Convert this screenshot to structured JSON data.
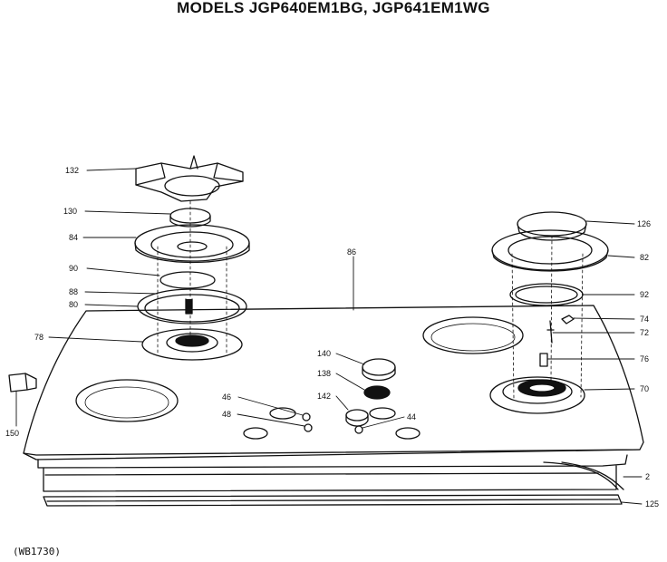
{
  "title": "MODELS JGP640EM1BG, JGP641EM1WG",
  "figure_code": "(WB1730)",
  "part_labels": {
    "p132": "132",
    "p130": "130",
    "p84": "84",
    "p90": "90",
    "p88": "88",
    "p80": "80",
    "p78": "78",
    "p86": "86",
    "p126": "126",
    "p82": "82",
    "p92": "92",
    "p74": "74",
    "p72": "72",
    "p76": "76",
    "p70": "70",
    "p140": "140",
    "p138": "138",
    "p46": "46",
    "p142": "142",
    "p48": "48",
    "p44": "44",
    "p150": "150",
    "p2": "2",
    "p125": "125"
  }
}
